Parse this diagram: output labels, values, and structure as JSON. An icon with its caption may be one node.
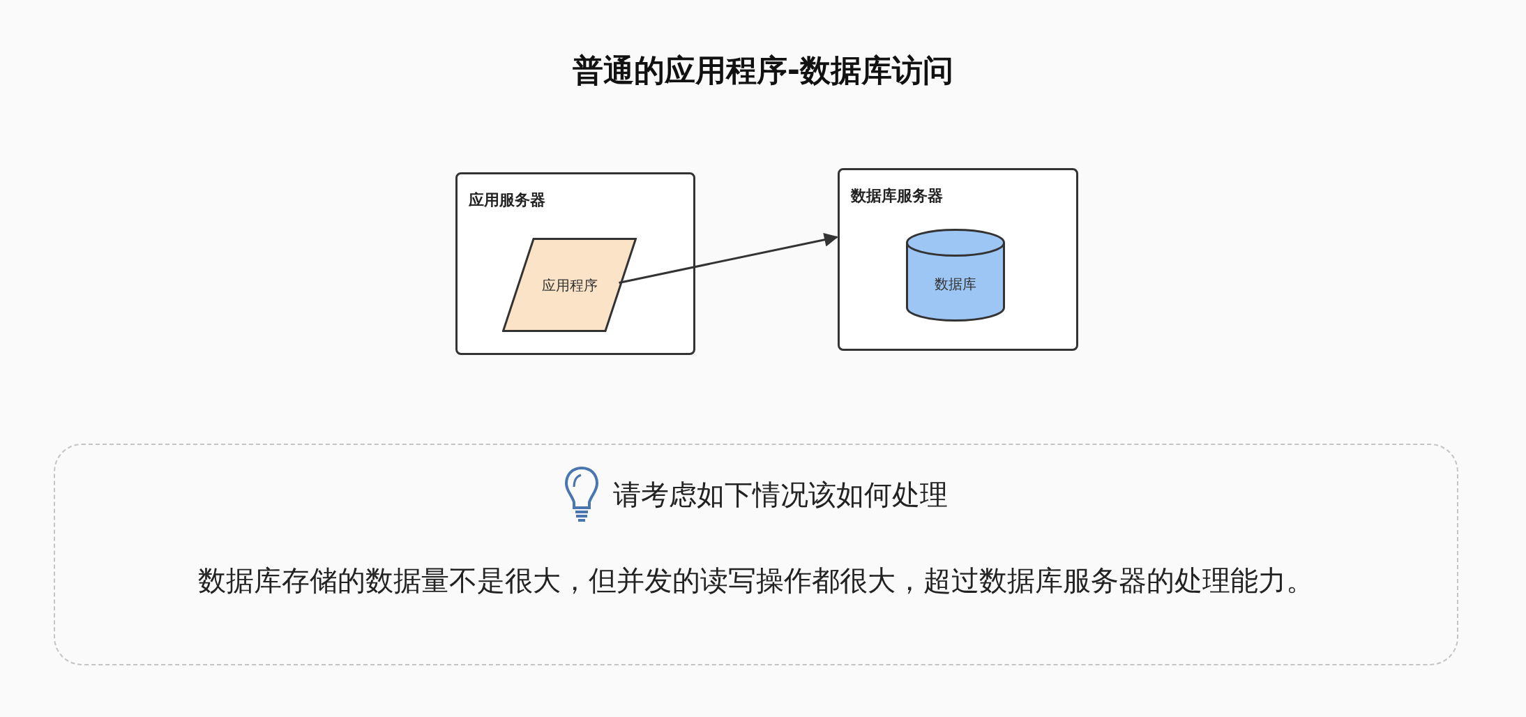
{
  "diagram": {
    "title": "普通的应用程序-数据库访问",
    "nodes": [
      {
        "text": [
          "应用服务器"
        ]
      },
      {
        "text": [
          "应用程序"
        ],
        "in": 0
      },
      {
        "text": [
          "数据库服务器"
        ]
      },
      {
        "text": [
          "数据库"
        ],
        "in": 2
      },
      {
        "text": [
          "请考虑如下情况该如何处理",
          "数据库存储的数据量不是很大，但并发的读写操作都很大，超过数据库服务器的处理能力。"
        ]
      }
    ],
    "edges": [
      {
        "from": 1,
        "to": 2,
        "arrow": "to"
      }
    ]
  }
}
